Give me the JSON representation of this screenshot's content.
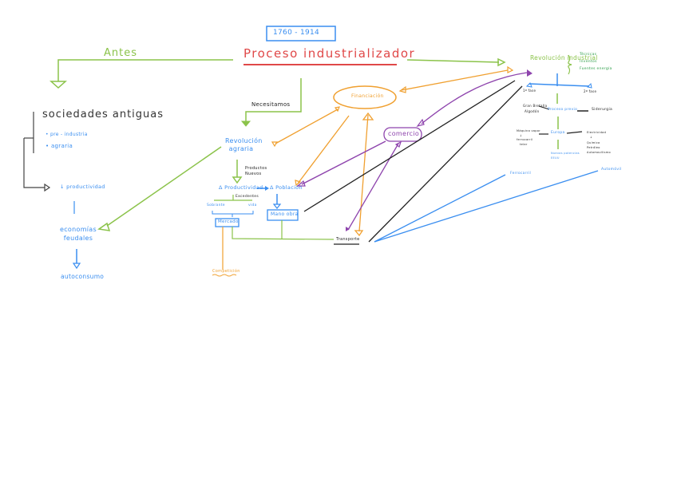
{
  "diagram": {
    "period": "1760 - 1914",
    "title": "Proceso industrializador",
    "before_label": "Antes",
    "needs_label": "Necesitamos",
    "left": {
      "heading": "sociedades antiguas",
      "bullets": [
        "pre - industria",
        "agraria"
      ],
      "low_productivity": "↓ productividad",
      "feudal_economy": "economías feudales",
      "self_consumption": "autoconsumo"
    },
    "center": {
      "agri_revolution": "Revolución agraria",
      "new_products": "Productos Nuevos",
      "productivity_up": "Δ Productividad",
      "population_up": "Δ Población",
      "surplus": "Excedentes",
      "extra_left": "Sobrante",
      "extra_right": "vida",
      "market": "Mercado",
      "labor": "Mano obra",
      "competition": "Competición",
      "financing": "Financiación",
      "commerce": "comercio",
      "transport": "Transporte"
    },
    "right": {
      "industrial_revolution": "Revolución industrial",
      "brace_items": [
        "Técnicas",
        "Inventos",
        "Fuentes energía"
      ],
      "branch_left": "1ª fase",
      "branch_right": "2ª fase",
      "q_left_top": "Gran Bretaña",
      "q_left_sub": "Algodón",
      "first_process": "Proceso previo",
      "first_right": "Siderurgia",
      "second_left_lines": [
        "Máquina vapor",
        "↓",
        "ferrocarril",
        "telar"
      ],
      "second_center": "Europa",
      "second_right_lines": [
        "Electricidad",
        "↓",
        "Química",
        "Petróleo",
        "Automovilismo"
      ],
      "sub_center": [
        "Nuevas potencias",
        "EEUU"
      ],
      "bottom_left": "Ferrocarril",
      "bottom_right": "Automóvil"
    },
    "colors": {
      "green": "#8bc34a",
      "blue": "#3a8ef0",
      "orange": "#f0a030",
      "purple": "#8e44ad",
      "red": "#e04848",
      "black": "#222222",
      "dark_green": "#2e9e4a"
    }
  }
}
